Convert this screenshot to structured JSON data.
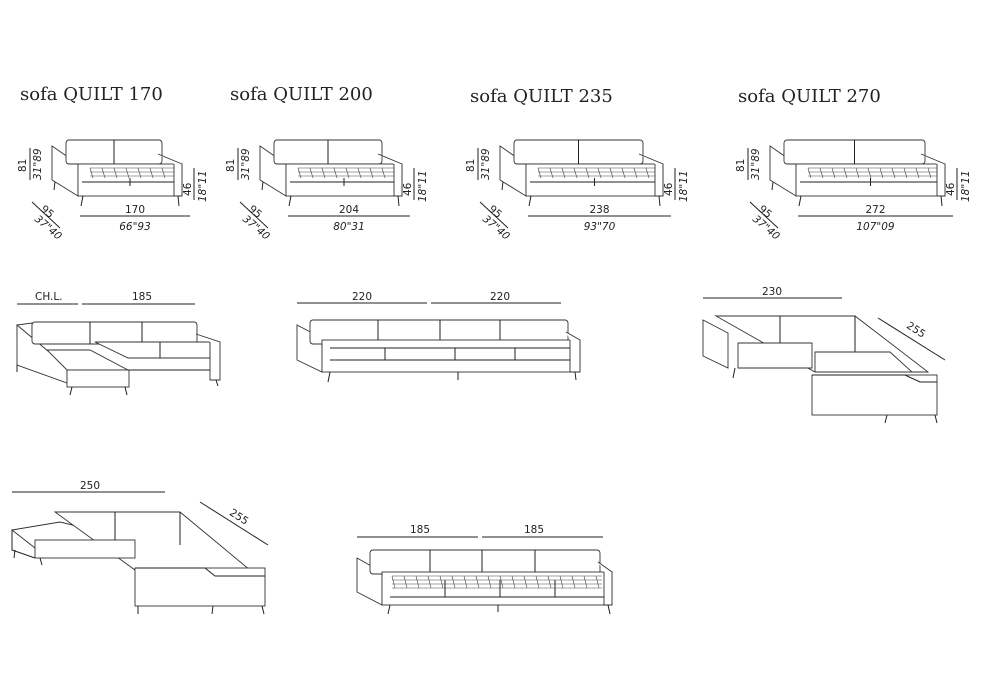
{
  "models": [
    {
      "title": "sofa QUILT 170",
      "height_cm": "81",
      "height_in": "31\"89",
      "seat_cm": "46",
      "seat_in": "18\"11",
      "depth_cm": "95",
      "depth_in": "37\"40",
      "width_cm": "170",
      "width_in": "66\"93"
    },
    {
      "title": "sofa QUILT 200",
      "height_cm": "81",
      "height_in": "31\"89",
      "seat_cm": "46",
      "seat_in": "18\"11",
      "depth_cm": "95",
      "depth_in": "37\"40",
      "width_cm": "204",
      "width_in": "80\"31"
    },
    {
      "title": "sofa QUILT 235",
      "height_cm": "81",
      "height_in": "31\"89",
      "seat_cm": "46",
      "seat_in": "18\"11",
      "depth_cm": "95",
      "depth_in": "37\"40",
      "width_cm": "238",
      "width_in": "93\"70"
    },
    {
      "title": "sofa QUILT 270",
      "height_cm": "81",
      "height_in": "31\"89",
      "seat_cm": "46",
      "seat_in": "18\"11",
      "depth_cm": "95",
      "depth_in": "37\"40",
      "width_cm": "272",
      "width_in": "107\"09"
    }
  ],
  "compositions": [
    {
      "labels": [
        "CH.L.",
        "185"
      ]
    },
    {
      "labels": [
        "220",
        "220"
      ]
    },
    {
      "labels": [
        "230",
        "255"
      ]
    },
    {
      "labels": [
        "250",
        "255"
      ]
    },
    {
      "labels": [
        "185",
        "185"
      ]
    }
  ]
}
